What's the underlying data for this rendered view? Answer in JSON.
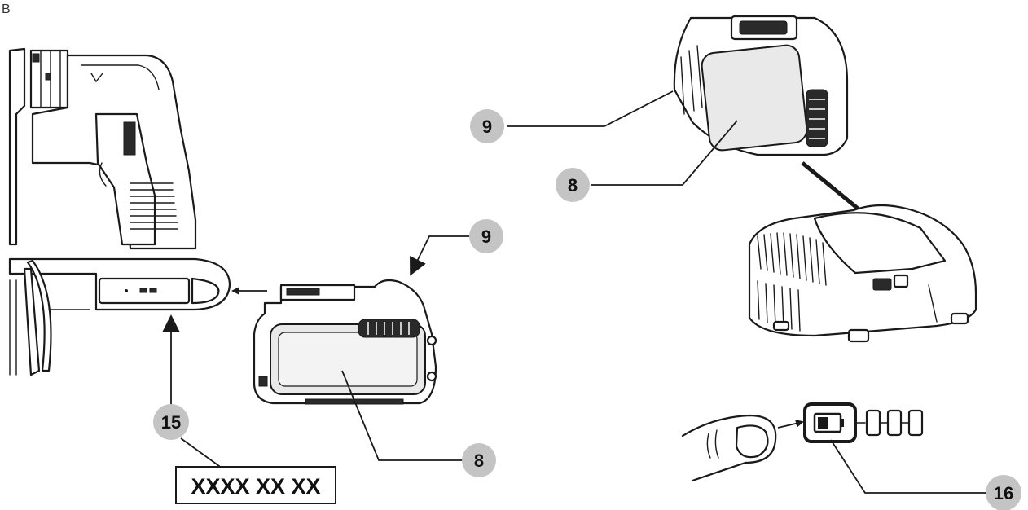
{
  "figure_label": "B",
  "callouts": {
    "battery_top_right": "9",
    "battery_face_right": "8",
    "battery_top_left": "9",
    "battery_face_left": "8",
    "tool_label": "15",
    "charge_indicator": "16"
  },
  "serial_label": "XXXX XX XX"
}
